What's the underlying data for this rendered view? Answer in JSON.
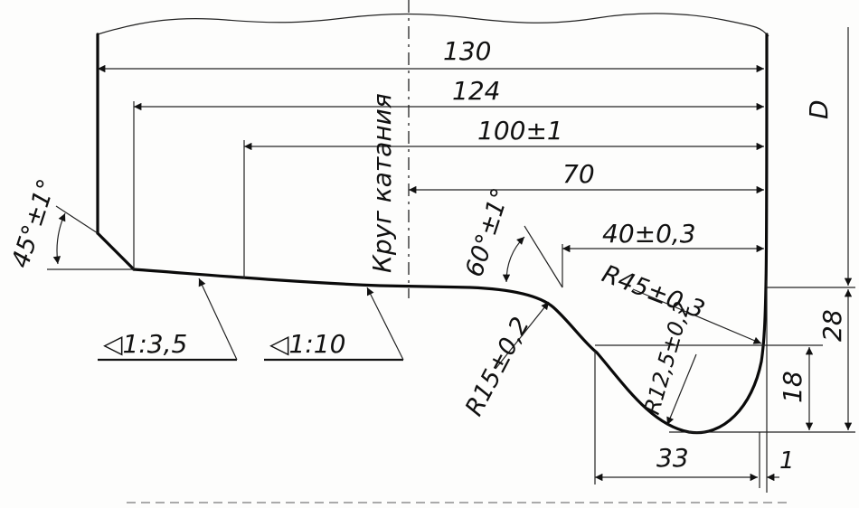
{
  "dimensions": {
    "d130": "130",
    "d124": "124",
    "d100": "100±1",
    "d70": "70",
    "d40": "40±0,3",
    "r45": "R45±0,3",
    "d28": "28",
    "d18": "18",
    "d1": "1",
    "d33": "33",
    "r12": "R12,5±0,2",
    "r15": "R15±0,2",
    "ang45": "45°±1°",
    "ang60": "60°±1°",
    "diam": "D"
  },
  "labels": {
    "rolling_circle": "Круг катания",
    "taper1": "◁1:3,5",
    "taper2": "◁1:10"
  }
}
